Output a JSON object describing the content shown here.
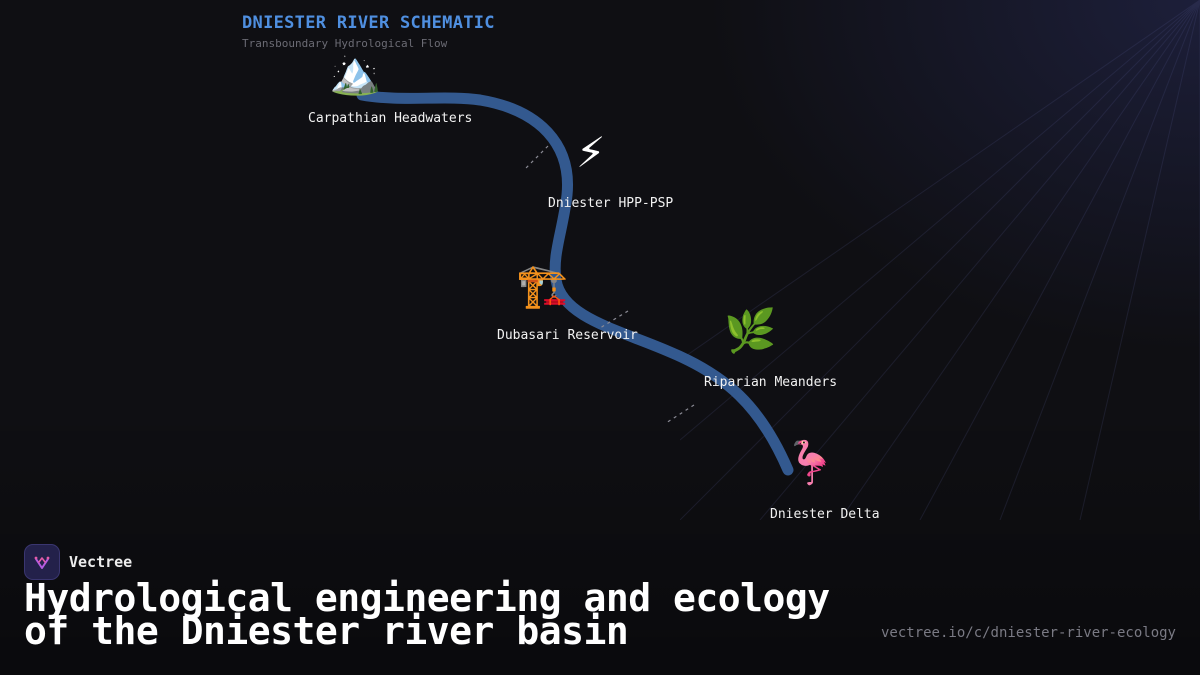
{
  "schematic": {
    "title": "DNIESTER RIVER SCHEMATIC",
    "subtitle": "Transboundary Hydrological Flow",
    "river_color": "#33598f",
    "nodes": [
      {
        "icon": "🏔️",
        "icon_name": "mountain-icon",
        "label": "Carpathian Headwaters"
      },
      {
        "icon": "⚡",
        "icon_name": "lightning-bolt-icon",
        "label": "Dniester HPP-PSP"
      },
      {
        "icon": "🏗️",
        "icon_name": "construction-crane-icon",
        "label": "Dubasari Reservoir"
      },
      {
        "icon": "🌿",
        "icon_name": "herb-icon",
        "label": "Riparian Meanders"
      },
      {
        "icon": "🦩",
        "icon_name": "flamingo-icon",
        "label": "Dniester Delta"
      }
    ]
  },
  "brand": {
    "name": "Vectree",
    "logo_icon": "vectree-logo-icon"
  },
  "headline": "Hydrological engineering and ecology of the Dniester river basin",
  "url": "vectree.io/c/dniester-river-ecology",
  "colors": {
    "accent": "#4f8fe0",
    "background": "#0f0f13"
  }
}
